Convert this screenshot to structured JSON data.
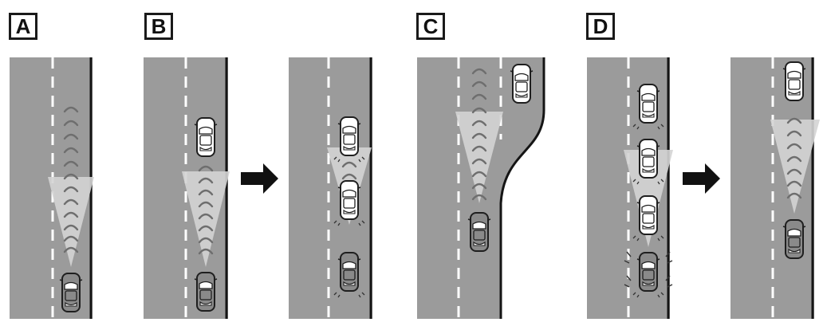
{
  "panels": [
    {
      "id": "A",
      "label": "A"
    },
    {
      "id": "B",
      "label": "B"
    },
    {
      "id": "C",
      "label": "C"
    },
    {
      "id": "D",
      "label": "D"
    }
  ],
  "colors": {
    "road": "#9b9b9b",
    "lane_marking": "#ffffff",
    "road_edge": "#151515",
    "radar_cone": "#d4d4d4",
    "wave": "#6e6e6e",
    "car_body": "#8a8a8a",
    "car_outline": "#1f1f1f",
    "car_body_white": "#ffffff",
    "arrow": "#111111"
  },
  "icons": [
    "car-icon",
    "radar-cone-icon",
    "arrow-right-icon"
  ]
}
